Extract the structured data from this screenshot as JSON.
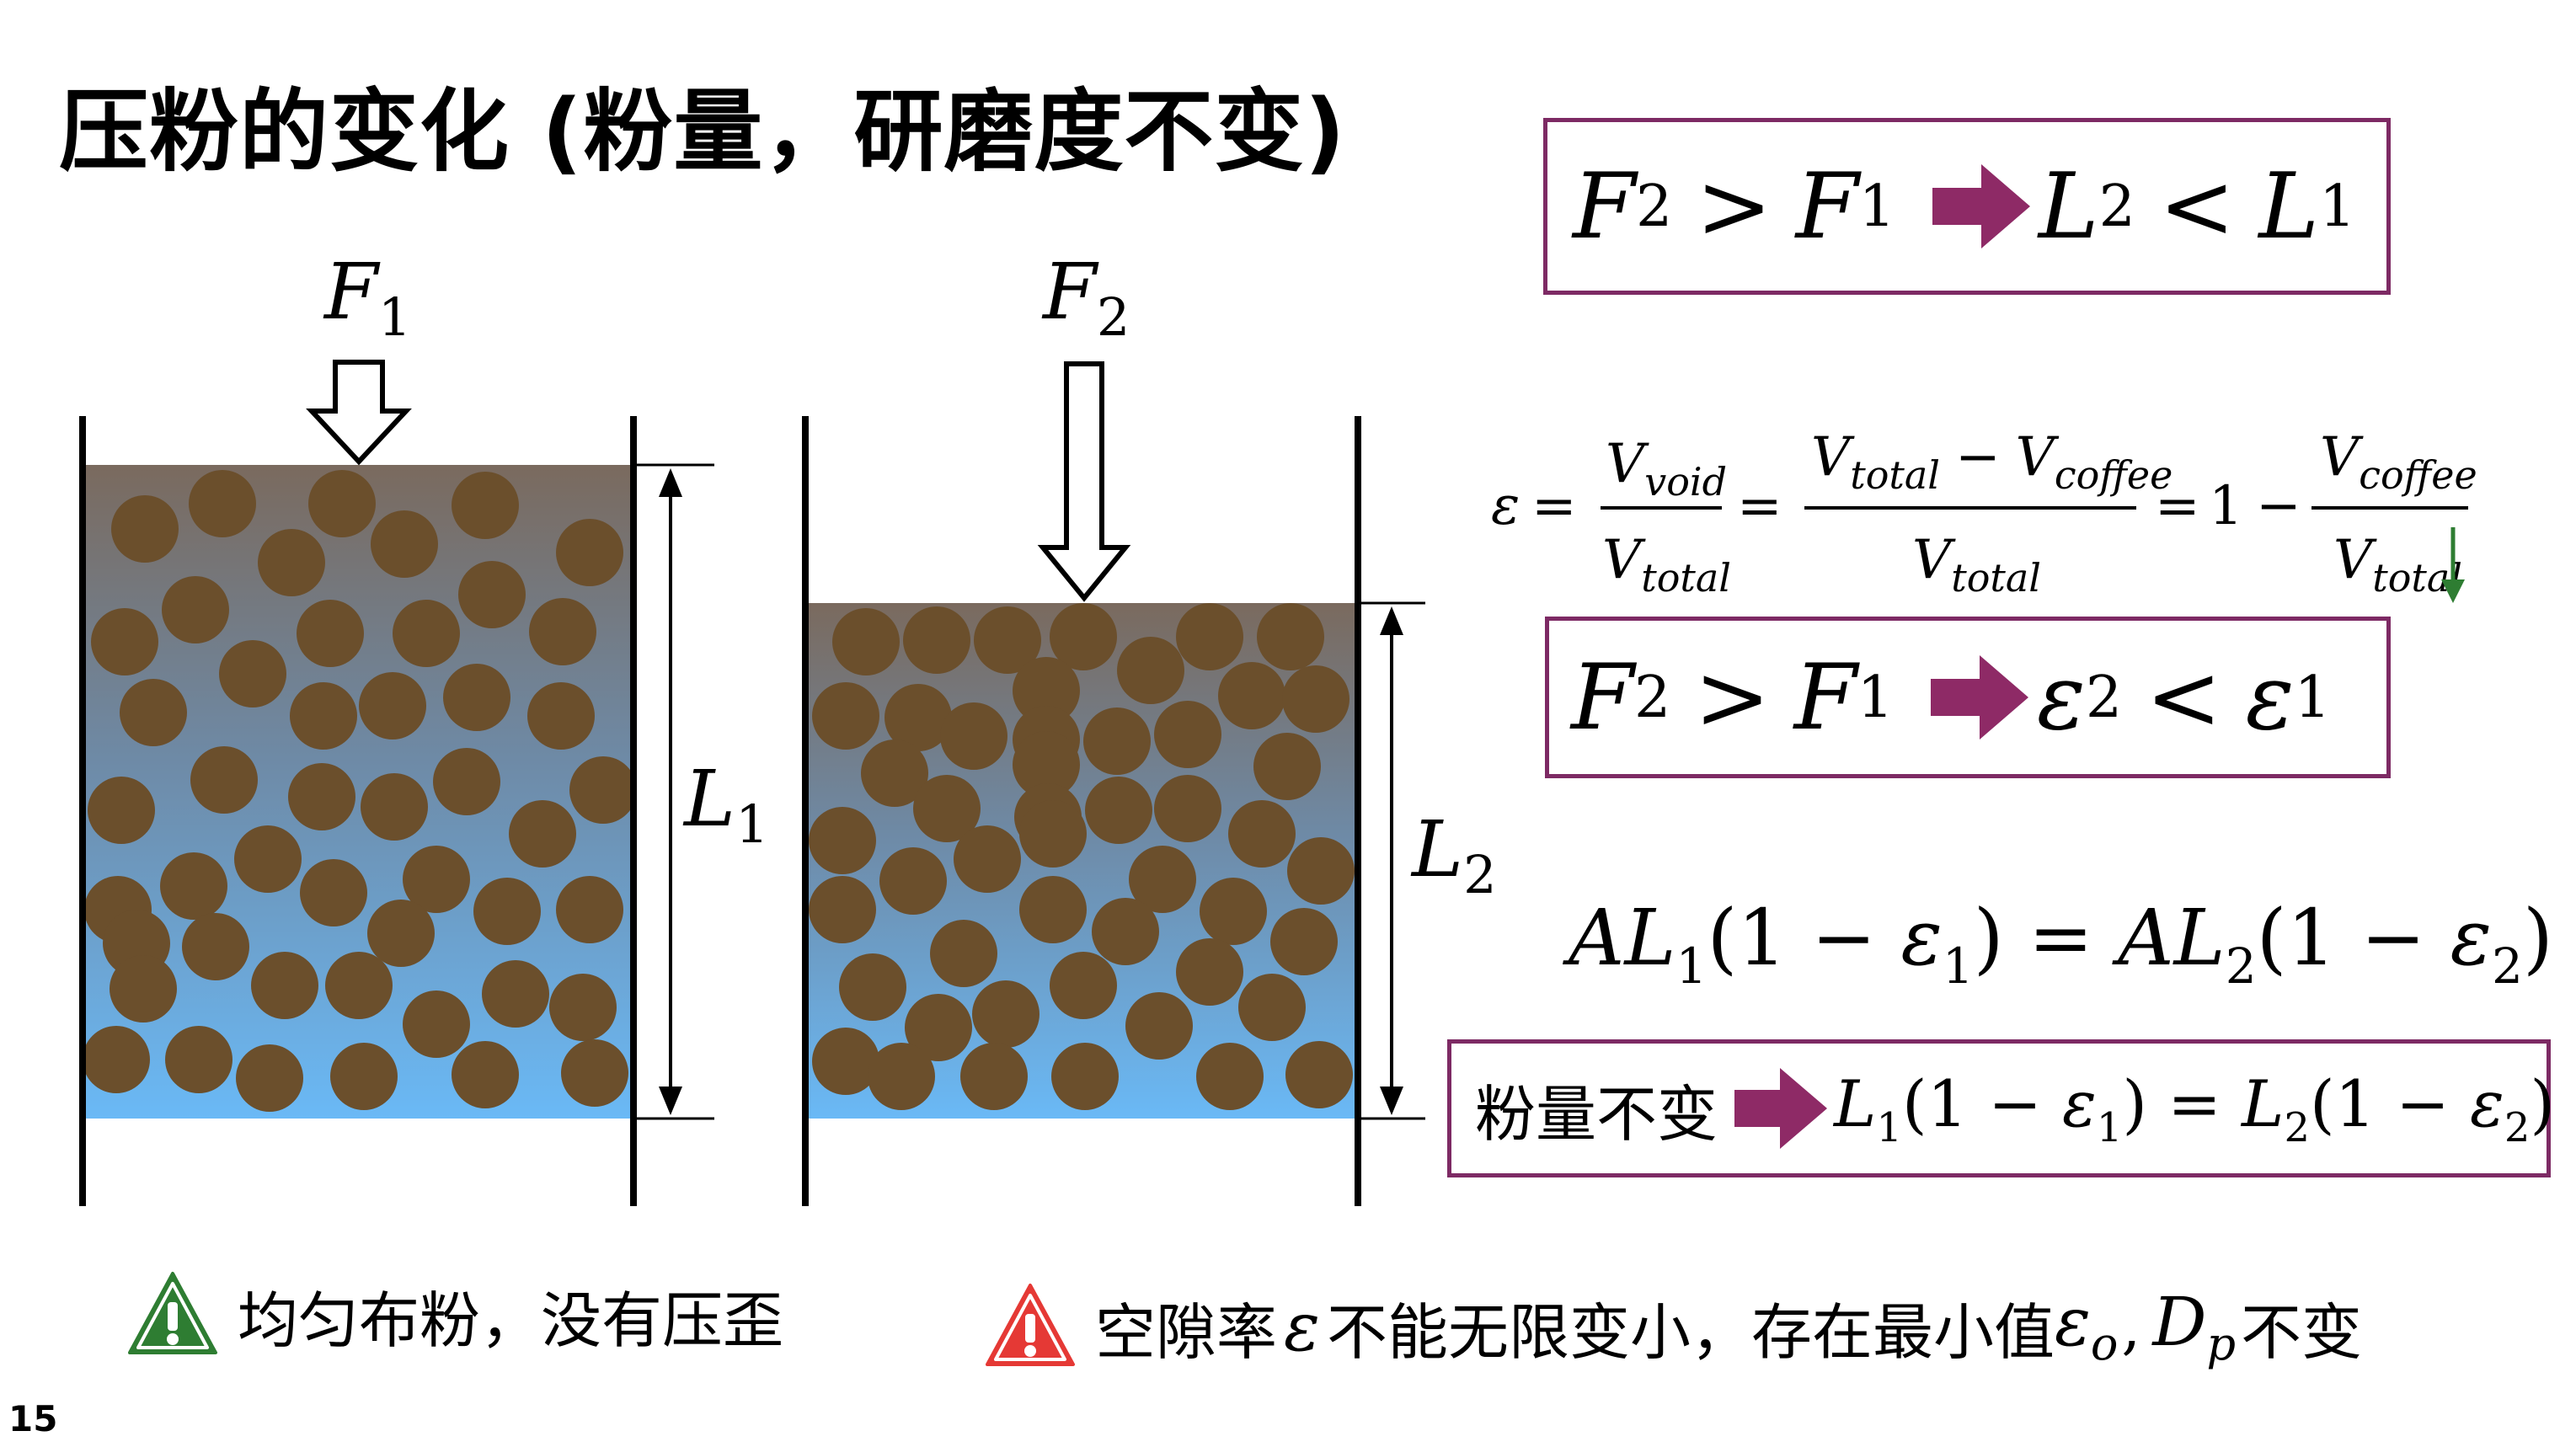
{
  "title": "压粉的变化 (粉量，研磨度不变)",
  "page_number": "15",
  "diagram": {
    "left_force": {
      "base": "F",
      "sub": "1"
    },
    "right_force": {
      "base": "F",
      "sub": "2"
    },
    "left_length": {
      "base": "L",
      "sub": "1"
    },
    "right_length": {
      "base": "L",
      "sub": "2"
    }
  },
  "box1": {
    "lhs": "F",
    "lhs_sub": "2",
    "op1": ">",
    "mid": "F",
    "mid_sub": "1",
    "res": "L",
    "res_sub": "2",
    "op2": "<",
    "rhs": "L",
    "rhs_sub": "1"
  },
  "porosity": {
    "eps": "ε",
    "eq": "=",
    "minus": "−",
    "one": "1",
    "V": "V",
    "void": "void",
    "total": "total",
    "coffee": "coffee"
  },
  "box2": {
    "lhs": "F",
    "lhs_sub": "2",
    "op1": ">",
    "mid": "F",
    "mid_sub": "1",
    "res": "ε",
    "res_sub": "2",
    "op2": "<",
    "rhs": "ε",
    "rhs_sub": "1"
  },
  "mass_eq": {
    "A": "A",
    "L": "L",
    "s1": "1",
    "s2": "2",
    "open": "(1 − ",
    "eps": "ε",
    "close": ")",
    "eq": " = "
  },
  "box3": {
    "label": "粉量不变",
    "L": "L",
    "s1": "1",
    "s2": "2",
    "open": "(1 − ",
    "eps": "ε",
    "close": ")",
    "eq": " = "
  },
  "warnings": [
    {
      "text": "均匀布粉，没有压歪",
      "color": "#2e7d32"
    },
    {
      "text_a": "空隙率",
      "eps": "ε",
      "text_b": "不能无限变小，存在最小值",
      "eps_min": "ε",
      "eps_min_sub": "o",
      "comma": ",",
      "D": "D",
      "D_sub": "p",
      "text_c": "不变",
      "color": "#e53935"
    }
  ],
  "colors": {
    "accent": "#7d2a64",
    "arrow": "#8e2a66",
    "grain": "#6b4f2c",
    "top": "#7a6a5e",
    "bottom": "#6ab9f6",
    "down_arrow": "#2e7d32"
  }
}
